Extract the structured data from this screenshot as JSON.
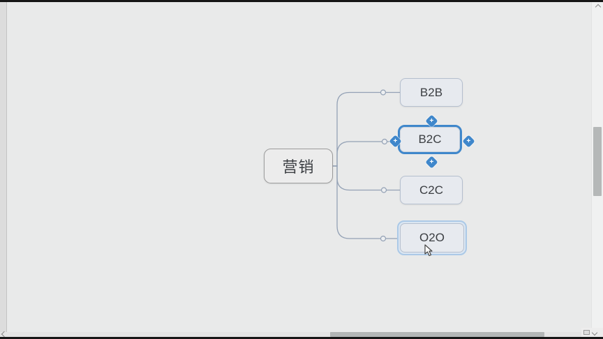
{
  "mindmap": {
    "root": {
      "label": "营销"
    },
    "children": [
      {
        "id": "b2b",
        "label": "B2B",
        "state": "normal"
      },
      {
        "id": "b2c",
        "label": "B2C",
        "state": "selected"
      },
      {
        "id": "c2c",
        "label": "C2C",
        "state": "normal"
      },
      {
        "id": "o2o",
        "label": "O2O",
        "state": "hover"
      }
    ],
    "add_handle_glyph": "+",
    "colors": {
      "canvas": "#e9eaea",
      "connector": "#93a1b5",
      "node_fill": "#e7eaef",
      "node_border": "#b5bfce",
      "root_fill": "#ececec",
      "root_border": "#9b9b9b",
      "selection_blue": "#3f87cb",
      "hover_outline_blue": "#abc9e7",
      "letterbox_bar": "#161616"
    }
  }
}
